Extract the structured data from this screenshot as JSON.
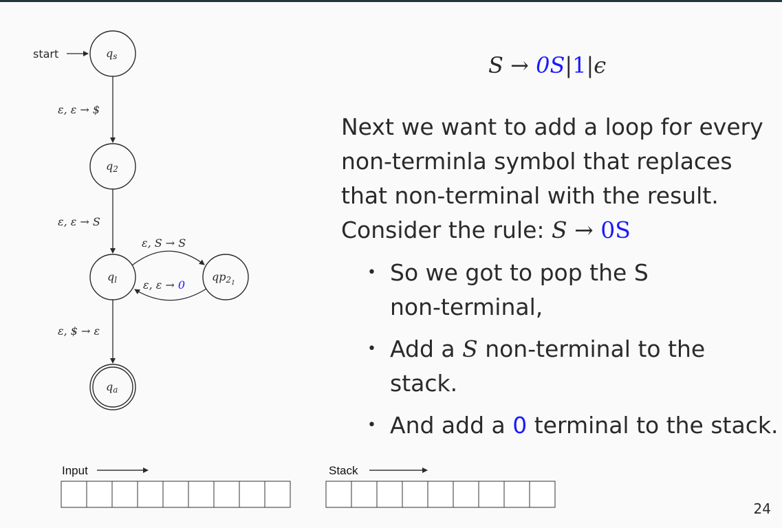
{
  "diagram": {
    "start_label": "start",
    "states": {
      "qs": {
        "base": "q",
        "sub": "s"
      },
      "q2": {
        "base": "q",
        "sub": "2"
      },
      "ql": {
        "base": "q",
        "sub": "l"
      },
      "qp": {
        "base": "qp",
        "sub": "2",
        "subsub": "1"
      },
      "qa": {
        "base": "q",
        "sub": "a"
      }
    },
    "edges": {
      "e1": "ε, ε → $",
      "e2": "ε, ε → S",
      "e3": "ε, S → S",
      "e4_prefix": "ε, ε → ",
      "e4_push": "0",
      "e5": "ε, $ → ε"
    }
  },
  "tapes": {
    "input_label": "Input",
    "stack_label": "Stack",
    "cells": 9
  },
  "grammar": {
    "lhs": "S",
    "arrow": " → ",
    "opt1": "0S",
    "bar1": "|",
    "opt2": "1",
    "bar2": "|",
    "opt3": "ϵ"
  },
  "paragraph": {
    "line1": "Next we want to add a loop for every",
    "line2": "non-terminla symbol that replaces",
    "line3": "that non-terminal with the result.",
    "line4_text": "Consider the rule: ",
    "rule_lhs": "S",
    "rule_arrow": " → ",
    "rule_rhs": "0S"
  },
  "bullets": {
    "b1_line1": "So we got to pop the S",
    "b1_line2": "non-terminal,",
    "b2_pre": "Add a ",
    "b2_sym": "S",
    "b2_post": " non-terminal to the",
    "b2_line2": "stack.",
    "b3_pre": "And add a ",
    "b3_sym": "0",
    "b3_post": " terminal to the stack.",
    "bullet_char": "•"
  },
  "page_number": "24"
}
